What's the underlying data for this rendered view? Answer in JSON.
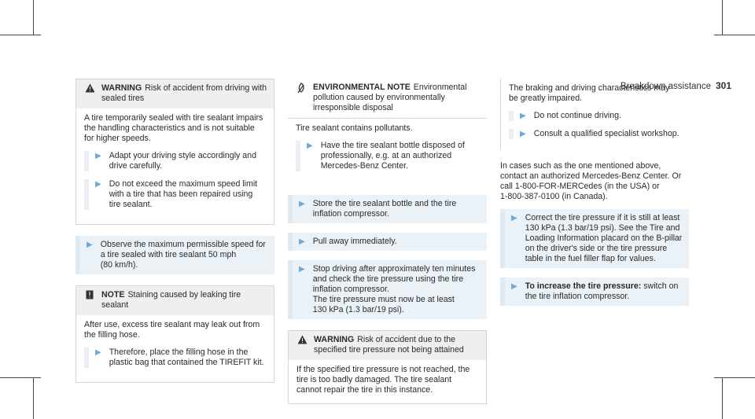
{
  "header": {
    "section": "Breakdown assistance",
    "page": "301"
  },
  "col1": {
    "warning": {
      "label": "WARNING",
      "title": "Risk of accident from driving with sealed tires",
      "body": "A tire temporarily sealed with tire sealant impairs the handling characteristics and is not suitable for higher speeds.",
      "steps": [
        "Adapt your driving style accordingly and drive carefully.",
        "Do not exceed the maximum speed limit with a tire that has been repaired using tire sealant."
      ]
    },
    "observe_step": "Observe the maximum permissible speed for a tire sealed with tire sealant 50 mph\n(80 km/h).",
    "note": {
      "label": "NOTE",
      "title": "Staining caused by leaking tire sealant",
      "body": "After use, excess tire sealant may leak out from the filling hose.",
      "steps": [
        "Therefore, place the filling hose in the plastic bag that contained the TIREFIT kit."
      ]
    }
  },
  "col2": {
    "env": {
      "label": "ENVIRONMENTAL NOTE",
      "title": "Environmental pollution caused by environmentally irresponsible disposal",
      "body": "Tire sealant contains pollutants.",
      "steps": [
        "Have the tire sealant bottle disposed of professionally, e.g. at an authorized Mercedes-Benz Center."
      ]
    },
    "steps": [
      "Store the tire sealant bottle and the tire inflation compressor.",
      "Pull away immediately.",
      "Stop driving after approximately ten minutes and check the tire pressure using the tire inflation compressor.\nThe tire pressure must now be at least\n130 kPa (1.3 bar/19 psi)."
    ],
    "warning": {
      "label": "WARNING",
      "title": "Risk of accident due to the specified tire pressure not being attained",
      "body": "If the specified tire pressure is not reached, the tire is too badly damaged. The tire sealant cannot repair the tire in this instance."
    }
  },
  "col3": {
    "cont_body": "The braking and driving characteristics may be greatly impaired.",
    "cont_steps": [
      "Do not continue driving.",
      "Consult a qualified specialist workshop."
    ],
    "para": "In cases such as the one mentioned above, contact an authorized Mercedes-Benz Center. Or call 1-800-FOR-MERCedes (in the USA) or\n1-800-387-0100 (in Canada).",
    "correct_step": "Correct the tire pressure if it is still at least\n130 kPa (1.3 bar/19 psi). See the Tire and Loading Information placard on the B-pillar on the driver's side or the tire pressure table in the fuel filler flap for values.",
    "increase_label": "To increase the tire pressure:",
    "increase_text": "switch on the tire inflation compressor."
  },
  "icons": {
    "arrow": "▶",
    "warning": "warning-triangle-icon",
    "note": "note-icon",
    "env": "environment-icon"
  }
}
